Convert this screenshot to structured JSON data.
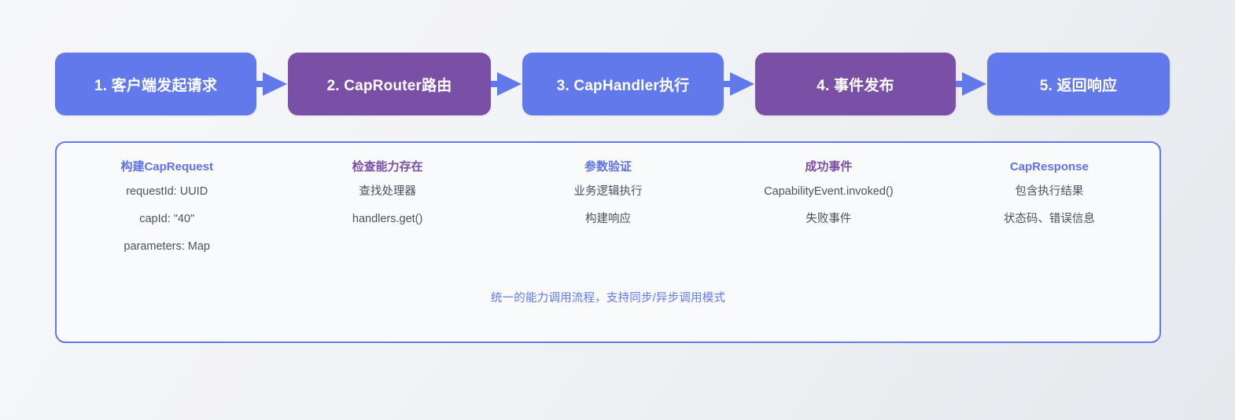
{
  "colors": {
    "blue": "#6179ea",
    "purple": "#7950a5",
    "title_blue": "#5f73e8",
    "body_text": "#4a5160",
    "panel_border": "#6179ea",
    "panel_fill": "#f9fafc",
    "page_bg_start": "#f6f7fa",
    "page_bg_end": "#e5e8ec"
  },
  "flow": {
    "nodes": [
      {
        "label": "1. 客户端发起请求",
        "color": "blue"
      },
      {
        "label": "2. CapRouter路由",
        "color": "purple"
      },
      {
        "label": "3. CapHandler执行",
        "color": "blue"
      },
      {
        "label": "4. 事件发布",
        "color": "purple"
      },
      {
        "label": "5. 返回响应",
        "color": "blue"
      }
    ],
    "connector_icon": "arrow-right-icon"
  },
  "details": {
    "columns": [
      {
        "title": "构建CapRequest",
        "title_color": "blue",
        "lines": [
          "requestId: UUID",
          "capId: \"40\"",
          "parameters: Map"
        ]
      },
      {
        "title": "检查能力存在",
        "title_color": "purple",
        "lines": [
          "查找处理器",
          "handlers.get()"
        ]
      },
      {
        "title": "参数验证",
        "title_color": "blue",
        "lines": [
          "业务逻辑执行",
          "构建响应"
        ]
      },
      {
        "title": "成功事件",
        "title_color": "purple",
        "lines": [
          "CapabilityEvent.invoked()",
          "失败事件"
        ]
      },
      {
        "title": "CapResponse",
        "title_color": "blue",
        "lines": [
          "包含执行结果",
          "状态码、错误信息"
        ]
      }
    ],
    "caption": "统一的能力调用流程，支持同步/异步调用模式"
  }
}
